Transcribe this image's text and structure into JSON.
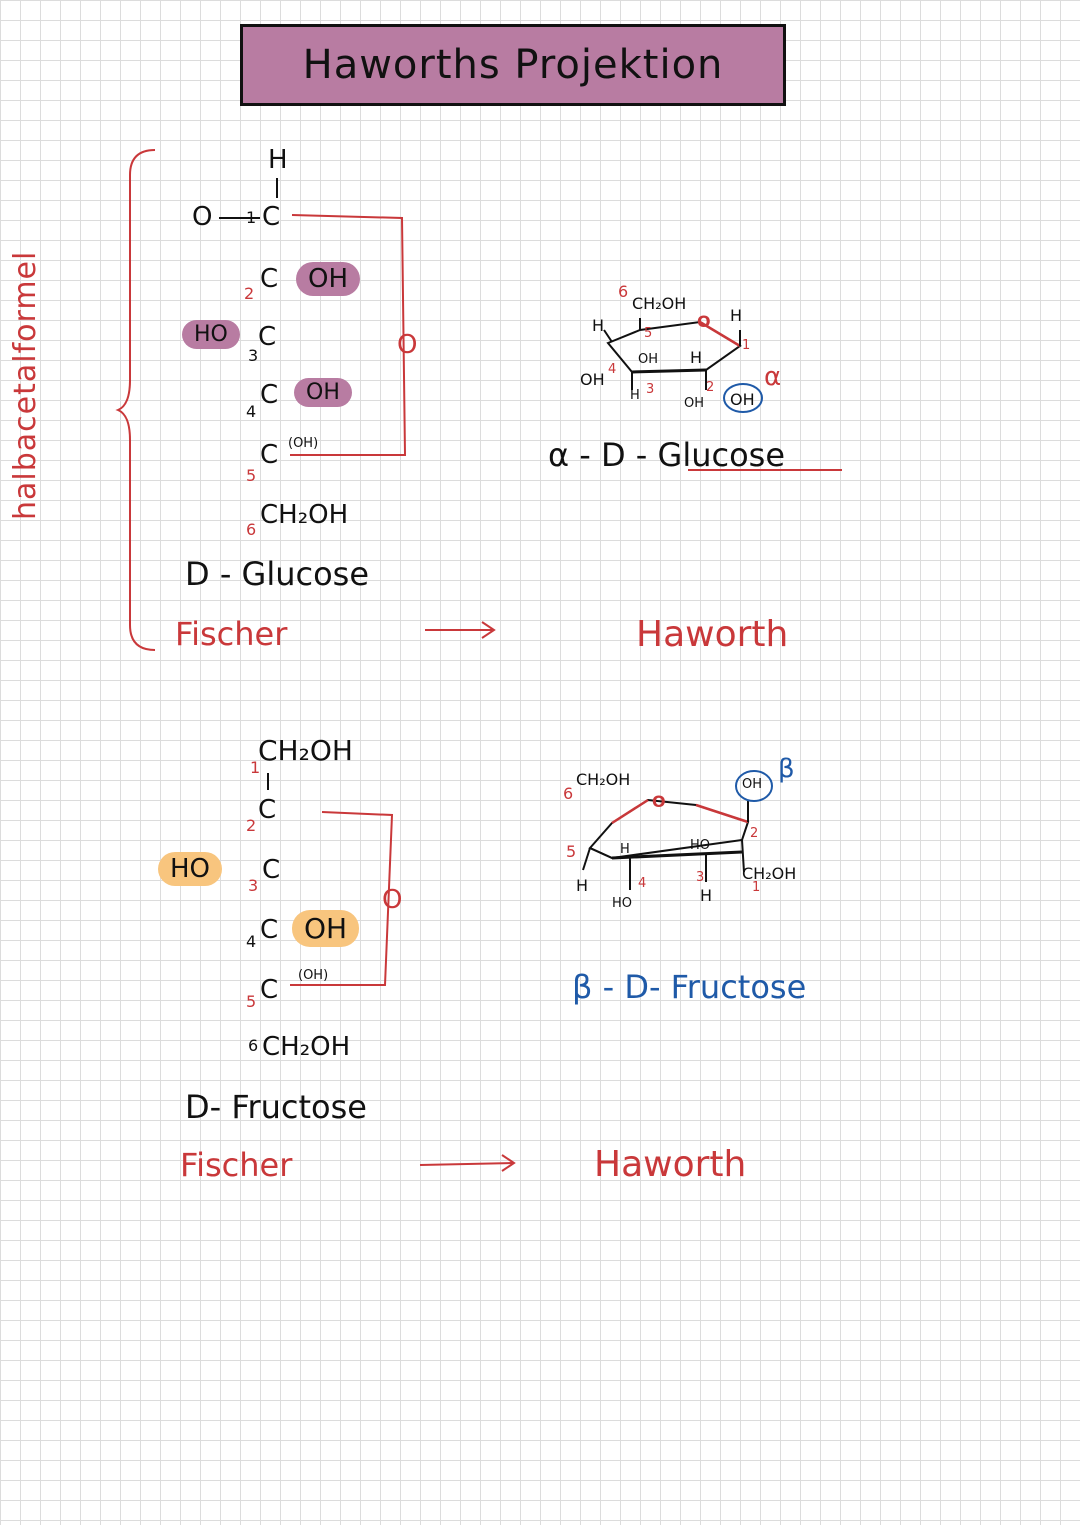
{
  "title": "Haworths Projektion",
  "side_label": "halbacetalformel",
  "glucose": {
    "fischer": {
      "top_h": "H",
      "o_left": "O",
      "c1": "C",
      "num1": "1",
      "c2": "C",
      "num2": "2",
      "oh2": "OH",
      "ho3": "HO",
      "c3": "C",
      "num3": "3",
      "c4": "C",
      "num4": "4",
      "oh4": "OH",
      "c5": "C",
      "num5": "5",
      "oh5": "(OH)",
      "c6": "CH₂OH",
      "num6": "6",
      "ring_o": "O"
    },
    "name": "D - Glucose",
    "projection": "Fischer",
    "haworth": {
      "ch2oh": "CH₂OH",
      "num6": "6",
      "num5": "5",
      "h_left": "H",
      "oh_left": "OH",
      "num4": "4",
      "oh_mid": "OH",
      "h_mid": "H",
      "num3": "3",
      "h_right": "H",
      "num2": "2",
      "oh2": "OH",
      "oh1": "OH",
      "num1": "1",
      "ring_o": "O",
      "h_top": "H",
      "alpha": "α"
    },
    "haworth_name": "α - D - Glucose",
    "haworth_label": "Haworth"
  },
  "fructose": {
    "fischer": {
      "c1": "CH₂OH",
      "num1": "1",
      "c2": "C",
      "num2": "2",
      "ho3": "HO",
      "c3": "C",
      "num3": "3",
      "c4": "C",
      "num4": "4",
      "oh4": "OH",
      "c5": "C",
      "num5": "5",
      "oh5": "(OH)",
      "c6": "CH₂OH",
      "num6": "6",
      "ring_o": "O"
    },
    "name": "D- Fructose",
    "projection": "Fischer",
    "haworth": {
      "ch2oh": "CH₂OH",
      "num6": "6",
      "num5": "5",
      "h_bottom_left": "H",
      "h_inner": "H",
      "num4": "4",
      "ho_bottom": "HO",
      "ho_inner": "HO",
      "num3": "3",
      "h_bottom_right": "H",
      "num2": "2",
      "oh_beta": "OH",
      "beta": "β",
      "ch2oh_right": "CH₂OH",
      "num1": "1",
      "ring_o": "O"
    },
    "haworth_name": "β - D- Fructose",
    "haworth_label": "Haworth"
  },
  "colors": {
    "purple": "#b87ca2",
    "red": "#c9383a",
    "orange": "#f8c57e",
    "blue": "#1f5aa8"
  }
}
